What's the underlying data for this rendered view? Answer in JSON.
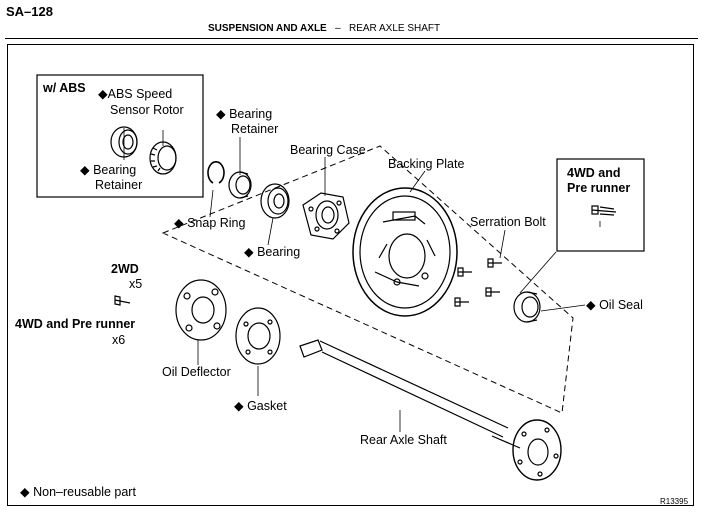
{
  "header": {
    "page_number": "SA–128",
    "section": "SUSPENSION AND AXLE",
    "separator": "–",
    "subsection": "REAR AXLE SHAFT"
  },
  "abs_box": {
    "title": "w/  ABS",
    "rotor_label_1": "◆ABS Speed",
    "rotor_label_2": "Sensor Rotor",
    "retainer_label_1": "◆ Bearing",
    "retainer_label_2": "Retainer"
  },
  "fourwd_box": {
    "title_1": "4WD and",
    "title_2": "Pre runner"
  },
  "labels": {
    "bearing_retainer_1": "◆ Bearing",
    "bearing_retainer_2": "Retainer",
    "bearing_case": "Bearing Case",
    "backing_plate": "Backing Plate",
    "serration_bolt": "Serration Bolt",
    "snap_ring": "◆ Snap Ring",
    "bearing": "◆ Bearing",
    "oil_seal": "◆ Oil Seal",
    "twowd": "2WD",
    "twowd_qty": "x5",
    "fourwd": "4WD and Pre runner",
    "fourwd_qty": "x6",
    "oil_deflector": "Oil Deflector",
    "gasket": "◆ Gasket",
    "rear_axle_shaft": "Rear Axle Shaft"
  },
  "legend": {
    "non_reusable": "◆ Non–reusable part"
  },
  "figure_code": "R13395"
}
